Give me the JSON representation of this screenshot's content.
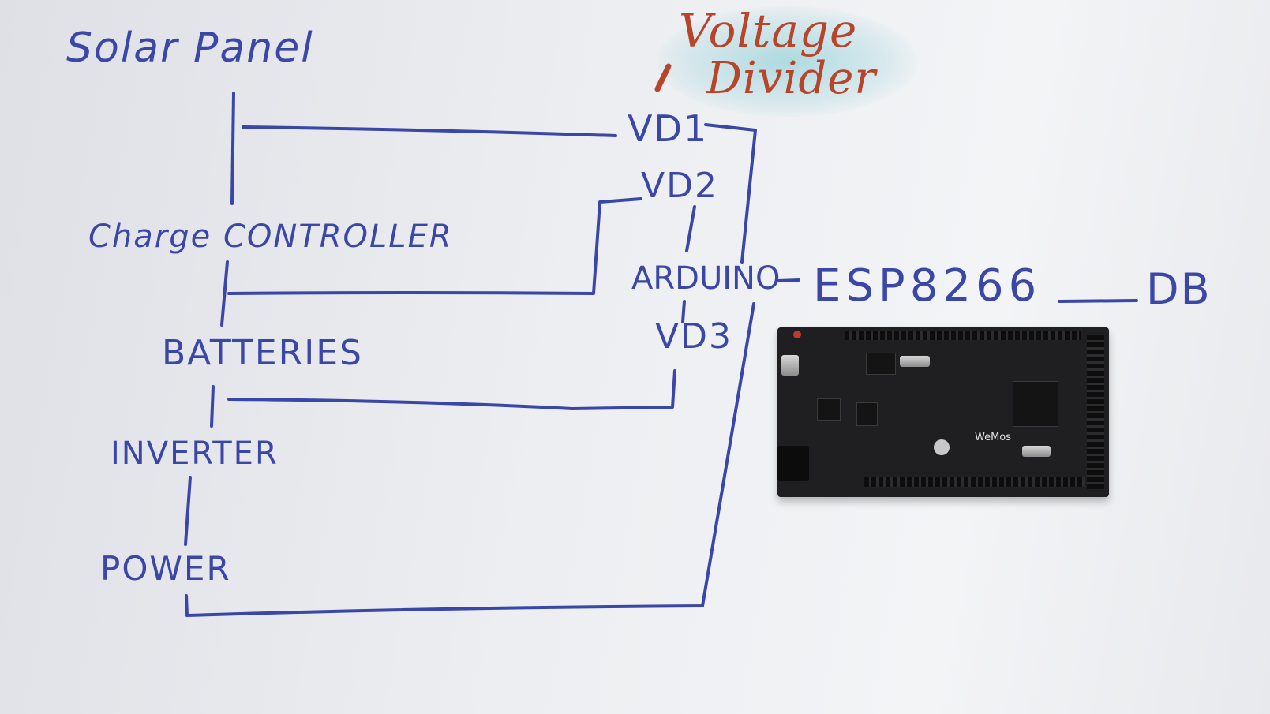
{
  "labels": {
    "solar_panel": "Solar Panel",
    "charge_controller": "Charge CONTROLLER",
    "batteries": "BATTERIES",
    "inverter": "INVERTER",
    "power": "POWER",
    "voltage_divider_line1": "Voltage",
    "voltage_divider_line2": "Divider",
    "vd1": "VD1",
    "vd2": "VD2",
    "vd3": "VD3",
    "arduino": "ARDUINO",
    "esp8266": "ESP8266",
    "db": "DB"
  },
  "photo": {
    "brand": "WeMos"
  },
  "colors": {
    "ink_blue": "#3b47a6",
    "ink_red": "#b8452a",
    "highlight_teal": "#78c8d2",
    "board_black": "#1f1f21"
  }
}
